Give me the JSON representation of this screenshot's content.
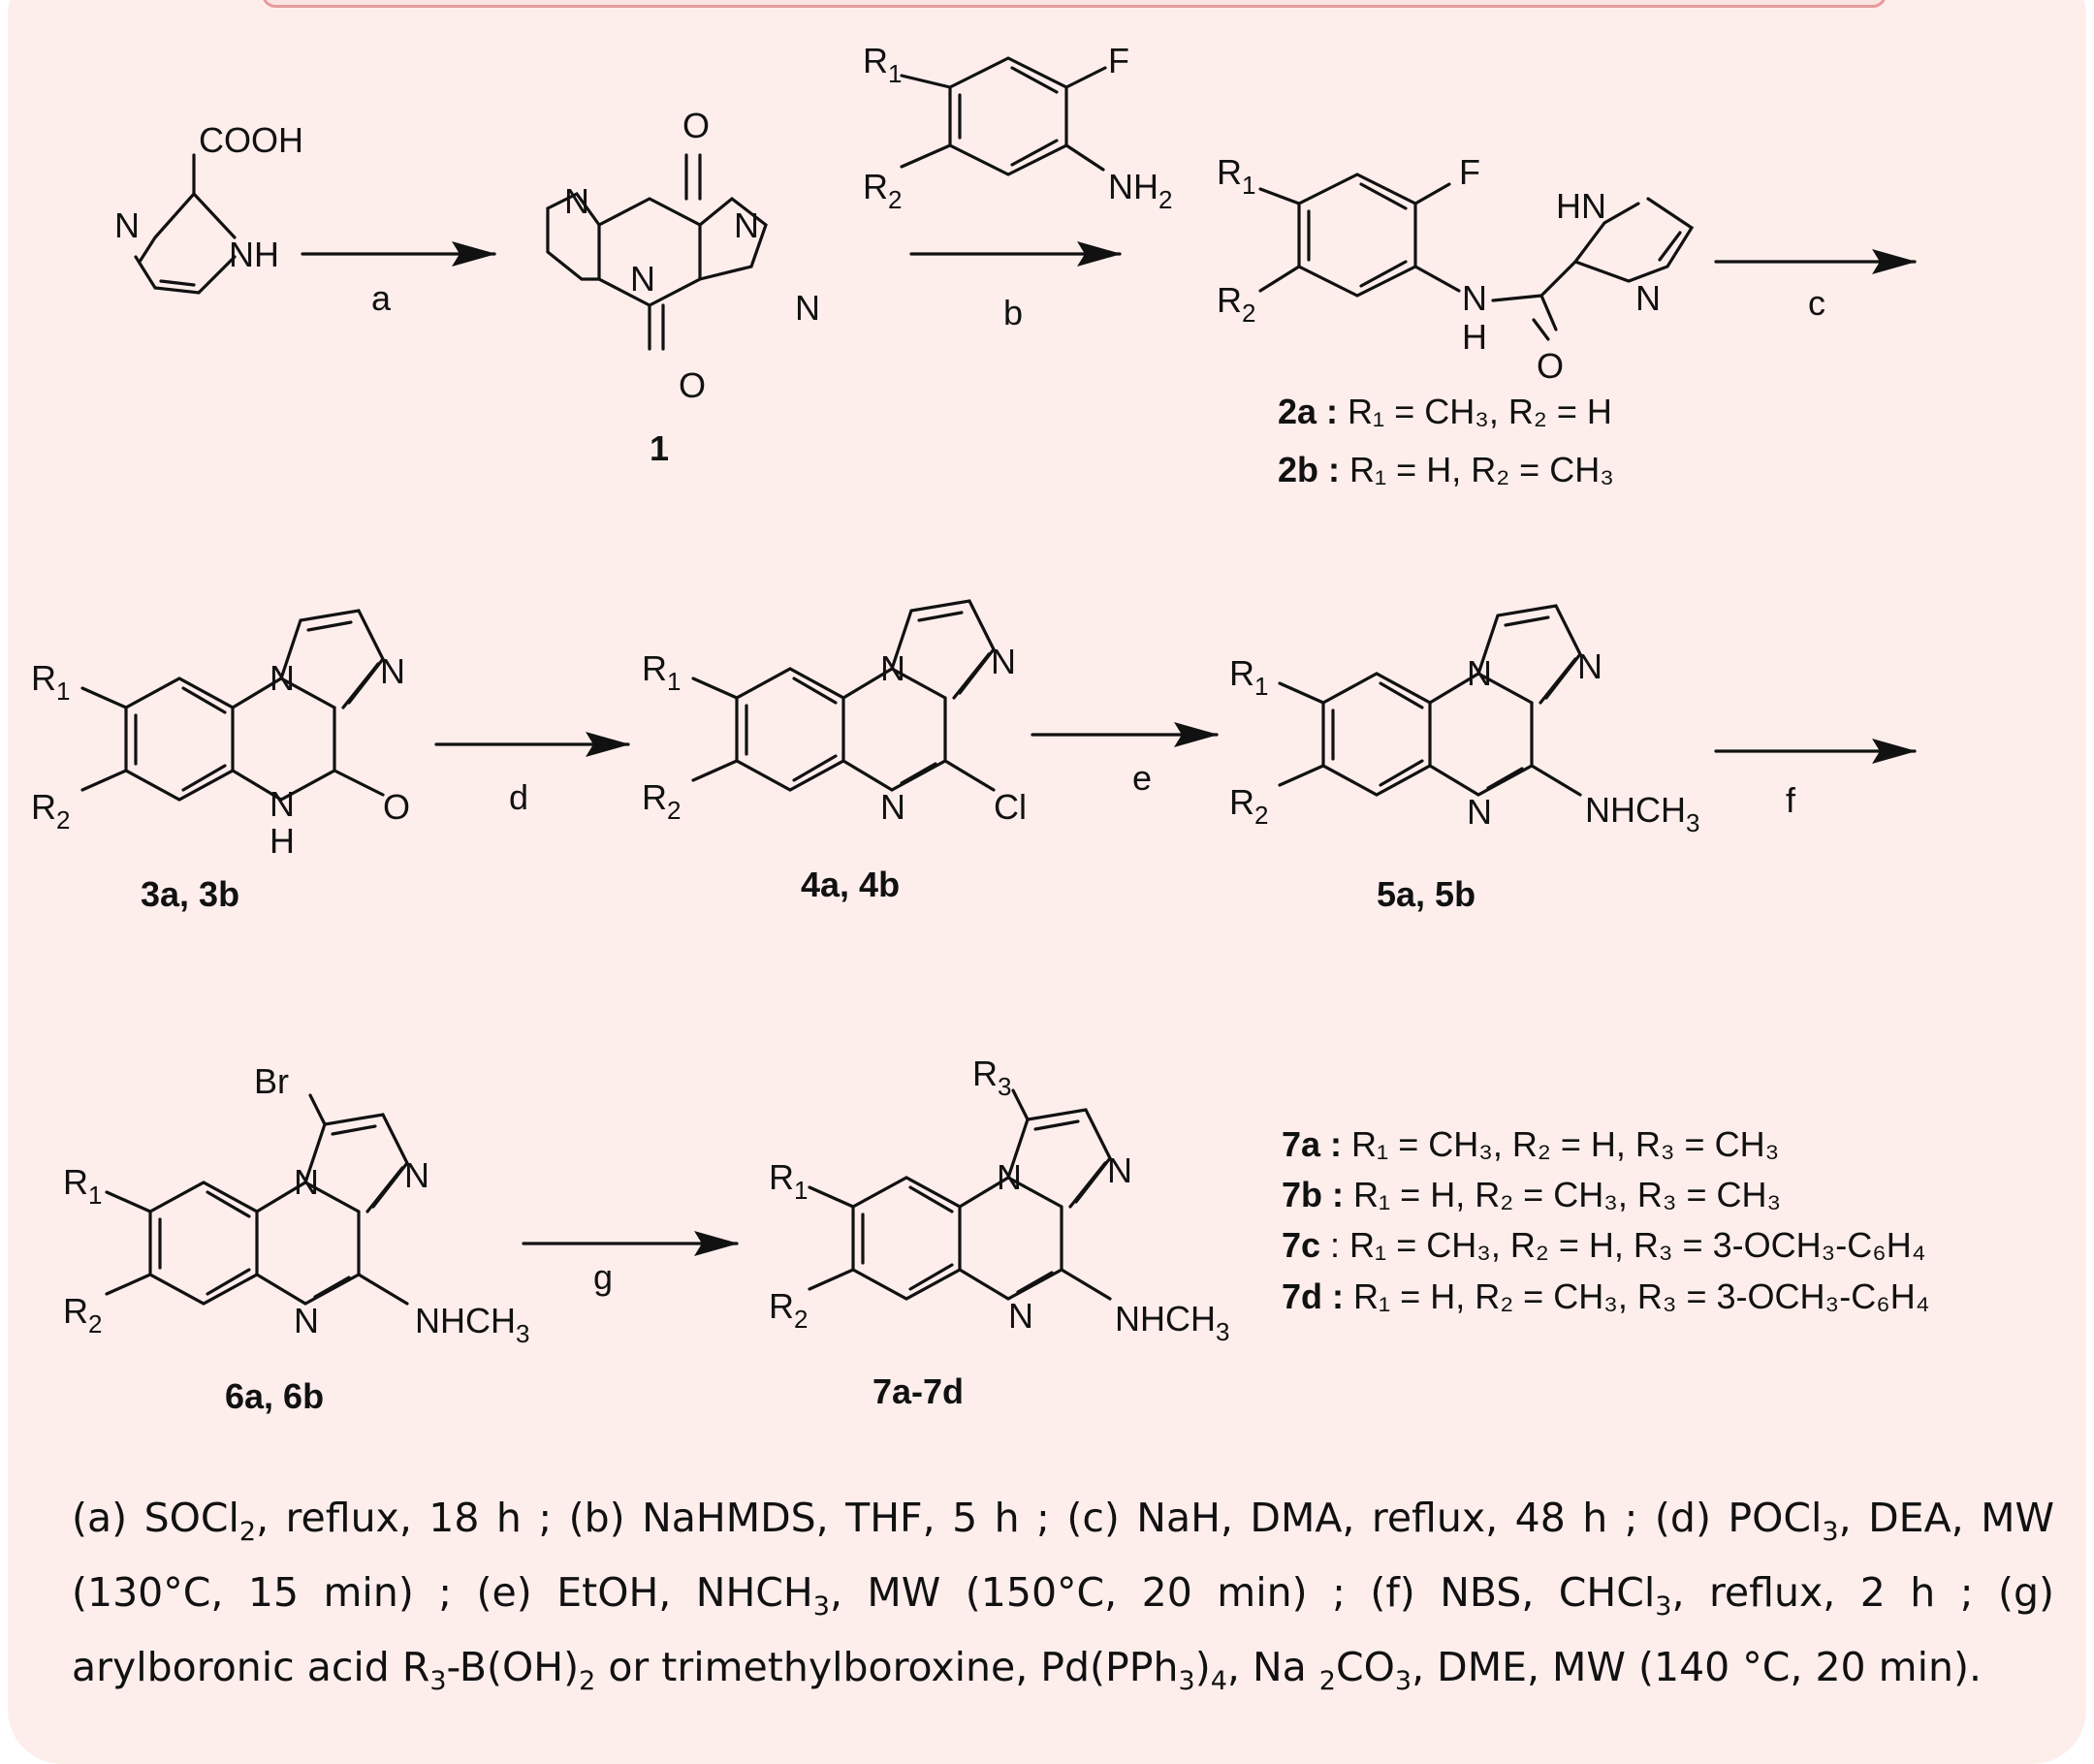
{
  "colors": {
    "panel_background": "#fdeeec",
    "panel_border": "#e89a9a",
    "ink": "#111111"
  },
  "scheme": {
    "start_material": {
      "substituent": "COOH",
      "n": "N",
      "nh": "NH"
    },
    "compound_1": {
      "label": "1",
      "o_top": "O",
      "o_bottom": "O",
      "n1": "N",
      "n2": "N",
      "n3": "N",
      "n4": "N"
    },
    "aniline": {
      "r1": "R",
      "r1_sub": "1",
      "r2": "R",
      "r2_sub": "2",
      "f": "F",
      "nh2": "NH",
      "nh2_sub": "2"
    },
    "amide_2": {
      "r1": "R",
      "r1_sub": "1",
      "r2": "R",
      "r2_sub": "2",
      "f": "F",
      "hn": "HN",
      "n_ring": "N",
      "nh_n": "N",
      "nh_h": "H",
      "o": "O",
      "variant_a": {
        "code": "2a :",
        "text": " R₁ = CH₃,  R₂ = H"
      },
      "variant_b": {
        "code": "2b :",
        "text": " R₁ = H, R₂ = CH₃"
      }
    },
    "compound_3": {
      "label": "3a, 3b",
      "r1": "R",
      "r1_sub": "1",
      "r2": "R",
      "r2_sub": "2",
      "n_top": "N",
      "n_ring": "N",
      "n_bottom": "N",
      "h": "H",
      "o": "O"
    },
    "compound_4": {
      "label": "4a, 4b",
      "r1": "R",
      "r1_sub": "1",
      "r2": "R",
      "r2_sub": "2",
      "n_top": "N",
      "n_ring": "N",
      "n_bottom": "N",
      "cl": "Cl"
    },
    "compound_5": {
      "label": "5a, 5b",
      "r1": "R",
      "r1_sub": "1",
      "r2": "R",
      "r2_sub": "2",
      "n_top": "N",
      "n_ring": "N",
      "n_bottom": "N",
      "nhch3": "NHCH",
      "nhch3_sub": "3"
    },
    "compound_6": {
      "label": "6a, 6b",
      "br": "Br",
      "r1": "R",
      "r1_sub": "1",
      "r2": "R",
      "r2_sub": "2",
      "n_top": "N",
      "n_ring": "N",
      "n_bottom": "N",
      "nhch3": "NHCH",
      "nhch3_sub": "3"
    },
    "compound_7": {
      "label": "7a-7d",
      "r3": "R",
      "r3_sub": "3",
      "r1": "R",
      "r1_sub": "1",
      "r2": "R",
      "r2_sub": "2",
      "n_top": "N",
      "n_ring": "N",
      "n_bottom": "N",
      "nhch3": "NHCH",
      "nhch3_sub": "3",
      "variants": [
        {
          "code": "7a :",
          "text": " R₁ = CH₃,  R₂ = H, R₃ = CH₃"
        },
        {
          "code": "7b :",
          "text": " R₁ = H,  R₂ = CH₃, R₃ = CH₃"
        },
        {
          "code": "7c",
          "text": " : R₁ = CH₃,  R₂ = H, R₃ = 3-OCH₃-C₆H₄"
        },
        {
          "code": "7d :",
          "text": " R₁ = H,  R₂ = CH₃, R₃ = 3-OCH₃-C₆H₄"
        }
      ]
    },
    "arrows": [
      {
        "letter": "a"
      },
      {
        "letter": "b"
      },
      {
        "letter": "c"
      },
      {
        "letter": "d"
      },
      {
        "letter": "e"
      },
      {
        "letter": "f"
      },
      {
        "letter": "g"
      }
    ]
  },
  "conditions": [
    "(a) SOCl",
    "2",
    ", reflux, 18 h ; (b) NaHMDS, THF, 5 h ; (c) NaH, DMA, reflux, 48 h ; (d) POCl",
    "3",
    ", DEA, MW (130°C, 15 min) ; (e) EtOH, NHCH",
    "3",
    ", MW (150°C, 20 min) ; (f) NBS, CHCl",
    "3",
    ", reflux, 2 h ;  (g) arylboronic acid R",
    "3",
    "-B(OH)",
    "2",
    " or trimethylboroxine, Pd(PPh",
    "3",
    ")",
    "4",
    ", Na ",
    "2",
    "CO",
    "3",
    ", DME, MW  (140 °C, 20 min)."
  ]
}
